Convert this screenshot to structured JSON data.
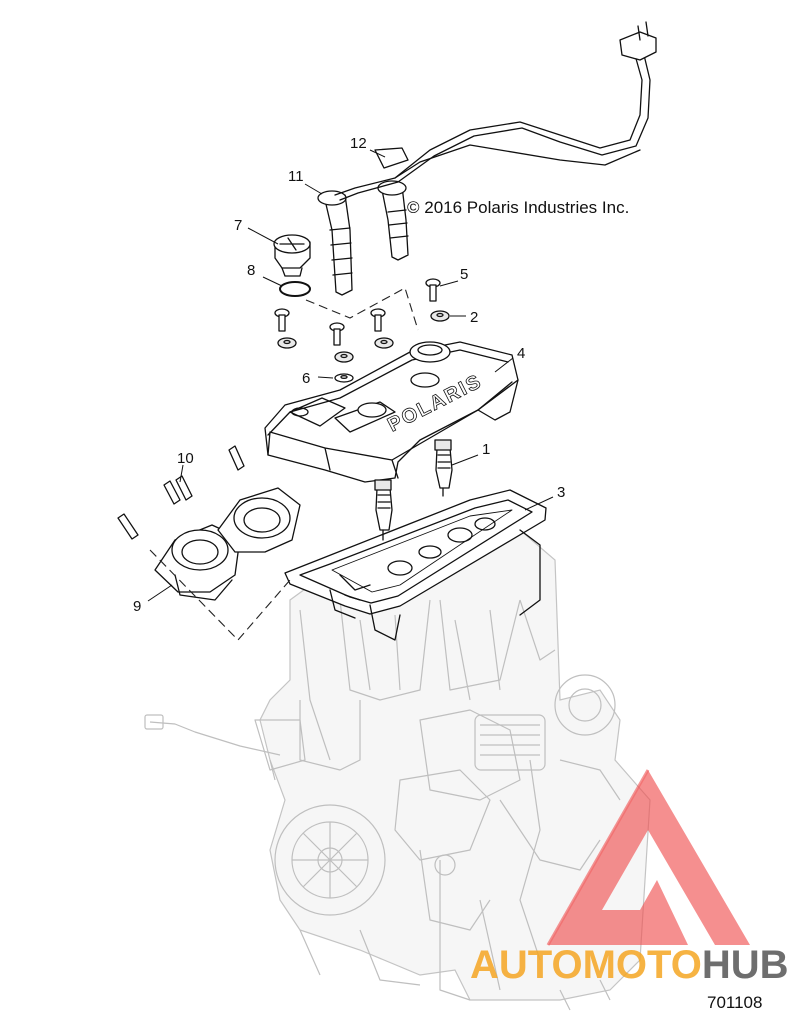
{
  "copyright": "© 2016 Polaris Industries Inc.",
  "figure_number": "701108",
  "cover_brand": "POLARIS",
  "watermark": {
    "part1": "AUTO",
    "part2": "MOTO",
    "part3": "HUB",
    "color_triangle": "#f05050",
    "color_orange": "#f5a623",
    "color_dark": "#555555"
  },
  "callouts": [
    "1",
    "2",
    "3",
    "4",
    "5",
    "6",
    "7",
    "8",
    "9",
    "10",
    "11",
    "12"
  ]
}
